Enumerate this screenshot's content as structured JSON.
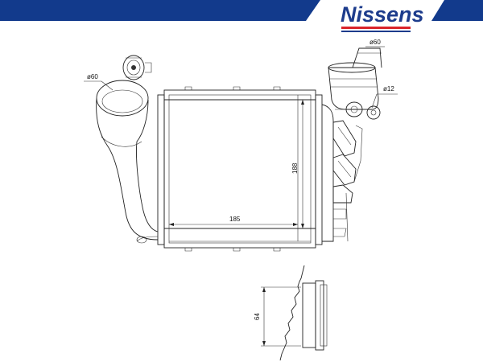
{
  "brand": {
    "name": "Nissens",
    "color": "#1d3c8c",
    "accent_color": "#d9232a",
    "banner_color": "#123a8c"
  },
  "dimensions": {
    "inlet_diameter": "ø60",
    "outlet_diameter": "ø60",
    "sensor_diameter": "ø12",
    "core_width": "185",
    "core_height": "188",
    "core_depth": "64"
  }
}
